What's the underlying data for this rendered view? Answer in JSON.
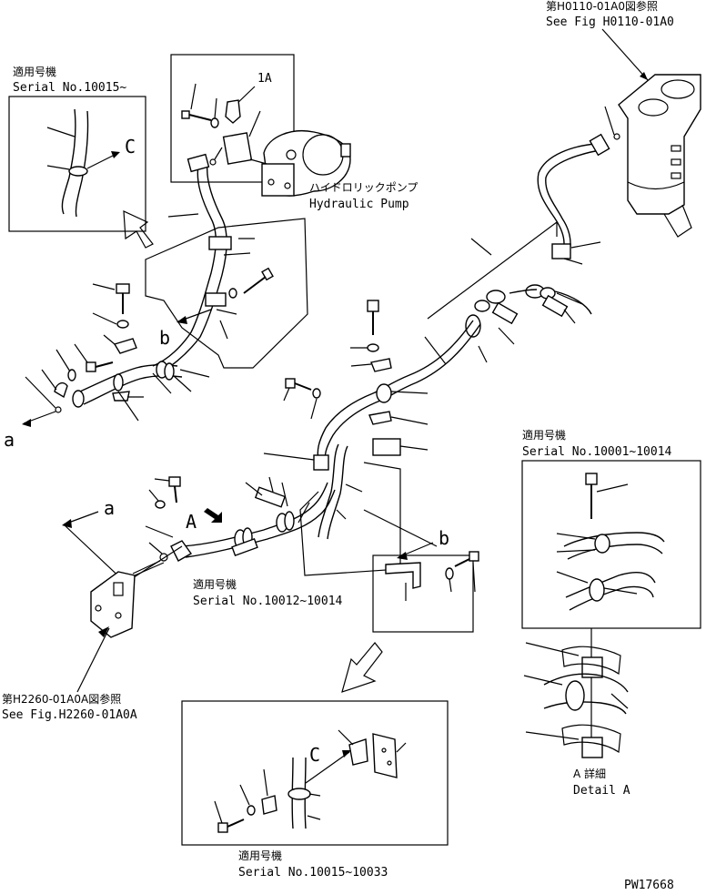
{
  "ref_top": {
    "jp": "第H0110-01A0図参照",
    "en": "See Fig H0110-01A0"
  },
  "ref_bottom": {
    "jp": "第H2260-01A0A図参照",
    "en": "See Fig.H2260-01A0A"
  },
  "pump": {
    "jp": "ハイドロリックポンプ",
    "en": "Hydraulic Pump"
  },
  "serial_boxes": {
    "s1": {
      "jp": "適用号機",
      "en": "Serial No.10015~"
    },
    "s2": {
      "jp": "適用号機",
      "en": "Serial No.10001~10014"
    },
    "s3": {
      "jp": "適用号機",
      "en": "Serial No.10012~10014"
    },
    "s4": {
      "jp": "適用号機",
      "en": "Serial No.10015~10033"
    }
  },
  "markers": {
    "oneA": "1A",
    "a_left": "a",
    "a_mid": "a",
    "b_upper": "b",
    "b_lower": "b",
    "c_upper": "C",
    "c_lower": "C",
    "A_mid": "A"
  },
  "detail": {
    "jp": "A 詳細",
    "en": "Detail A"
  },
  "drawing_no": "PW17668"
}
